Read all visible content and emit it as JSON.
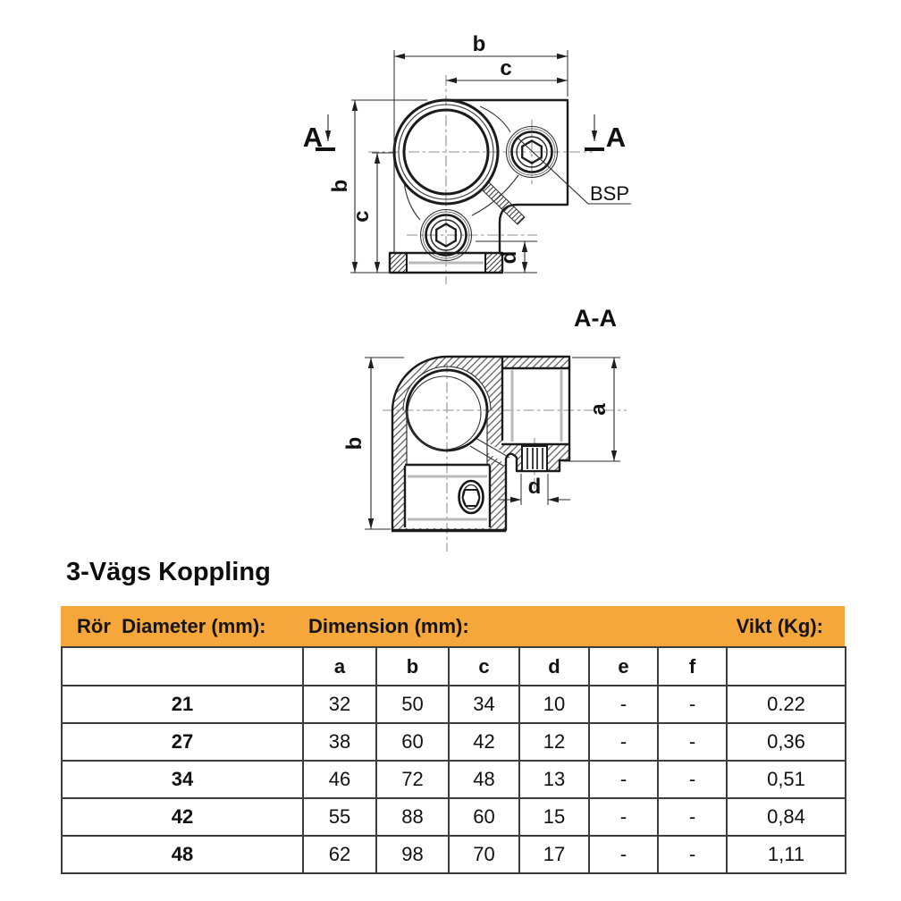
{
  "title": "3-Vägs Koppling",
  "drawing": {
    "section_marker": "A",
    "section_label": "A-A",
    "thread_label": "BSP",
    "top_view_dims": {
      "b_top": "b",
      "c_top": "c",
      "b_left": "b",
      "c_left": "c",
      "d": "d"
    },
    "section_dims": {
      "b": "b",
      "a": "a",
      "d": "d"
    }
  },
  "table": {
    "accent_color": "#F5A73C",
    "header": {
      "diameter": "Rör  Diameter (mm):",
      "dimension": "Dimension (mm):",
      "weight": "Vikt (Kg):"
    },
    "dim_columns": [
      "a",
      "b",
      "c",
      "d",
      "e",
      "f"
    ],
    "rows": [
      {
        "diameter": "21",
        "a": "32",
        "b": "50",
        "c": "34",
        "d": "10",
        "e": "-",
        "f": "-",
        "weight": "0.22"
      },
      {
        "diameter": "27",
        "a": "38",
        "b": "60",
        "c": "42",
        "d": "12",
        "e": "-",
        "f": "-",
        "weight": "0,36"
      },
      {
        "diameter": "34",
        "a": "46",
        "b": "72",
        "c": "48",
        "d": "13",
        "e": "-",
        "f": "-",
        "weight": "0,51"
      },
      {
        "diameter": "42",
        "a": "55",
        "b": "88",
        "c": "60",
        "d": "15",
        "e": "-",
        "f": "-",
        "weight": "0,84"
      },
      {
        "diameter": "48",
        "a": "62",
        "b": "98",
        "c": "70",
        "d": "17",
        "e": "-",
        "f": "-",
        "weight": "1,11"
      }
    ]
  }
}
